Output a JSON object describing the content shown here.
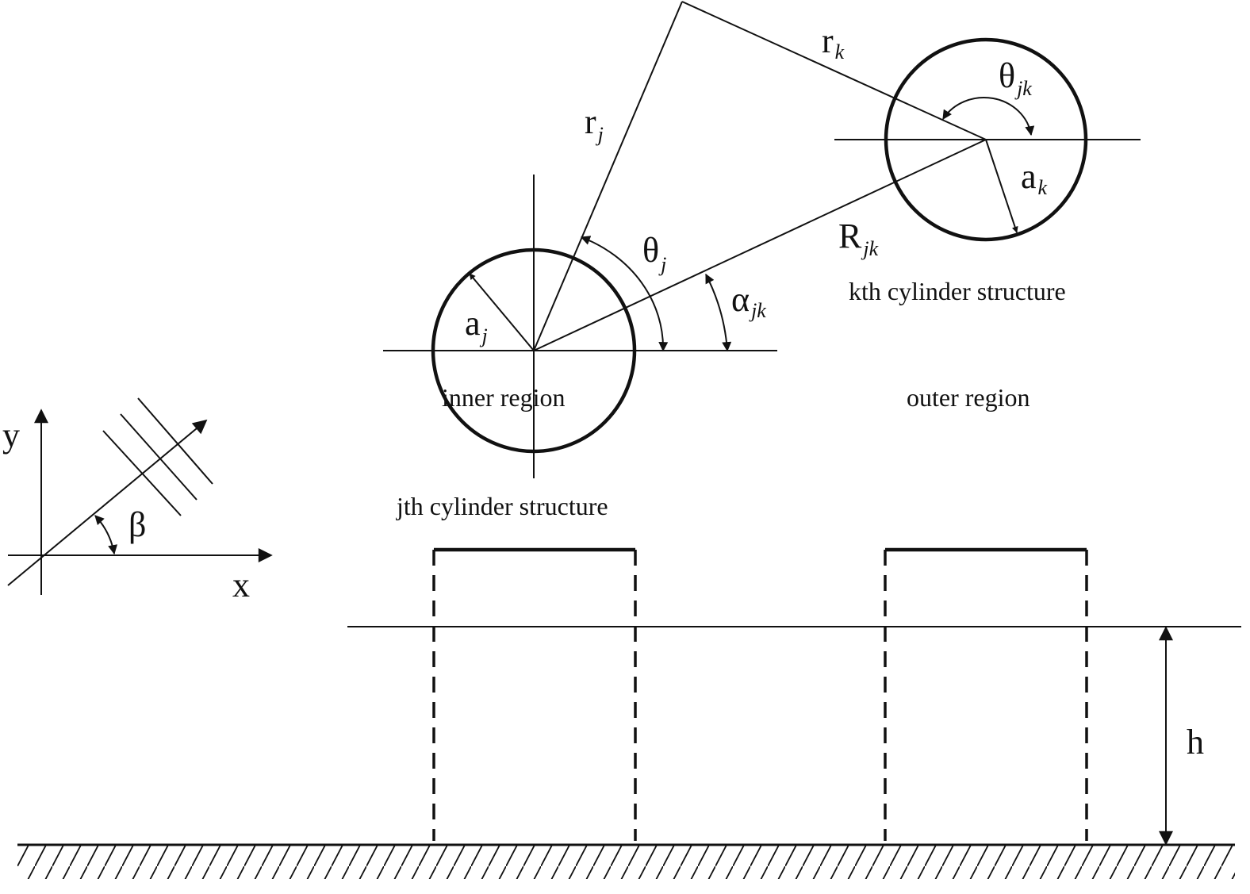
{
  "labels": {
    "rk": {
      "main": "r",
      "sub": "k"
    },
    "rj": {
      "main": "r",
      "sub": "j"
    },
    "theta_jk": {
      "main": "θ",
      "sub": "jk"
    },
    "ak": {
      "main": "a",
      "sub": "k"
    },
    "Rjk": {
      "main": "R",
      "sub": "jk"
    },
    "theta_j": {
      "main": "θ",
      "sub": "j"
    },
    "alpha_jk": {
      "main": "α",
      "sub": "jk"
    },
    "aj": {
      "main": "a",
      "sub": "j"
    },
    "kth_cylinder": "kth cylinder structure",
    "inner_region": "inner region",
    "outer_region": "outer region",
    "jth_cylinder": "jth cylinder structure",
    "y_axis": "y",
    "x_axis": "x",
    "beta": "β",
    "h": "h"
  }
}
